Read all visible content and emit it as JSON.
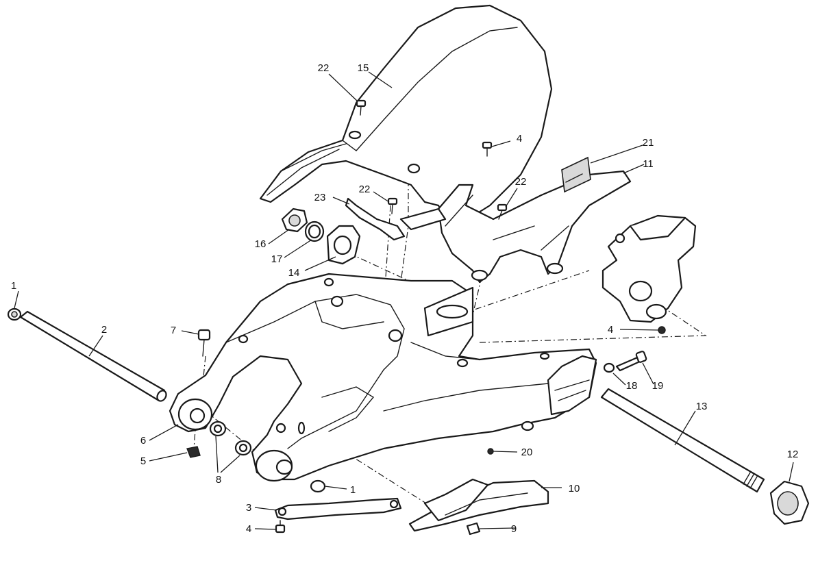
{
  "diagram": {
    "title": "Swingarm exploded view",
    "callouts": {
      "c1a": "1",
      "c1b": "1",
      "c2": "2",
      "c3": "3",
      "c4a": "4",
      "c4b": "4",
      "c4c": "4",
      "c5": "5",
      "c6": "6",
      "c7": "7",
      "c8": "8",
      "c9": "9",
      "c10": "10",
      "c11": "11",
      "c12": "12",
      "c13": "13",
      "c14": "14",
      "c15": "15",
      "c16": "16",
      "c17": "17",
      "c18": "18",
      "c19": "19",
      "c20": "20",
      "c21": "21",
      "c22a": "22",
      "c22b": "22",
      "c22c": "22",
      "c23": "23"
    }
  }
}
